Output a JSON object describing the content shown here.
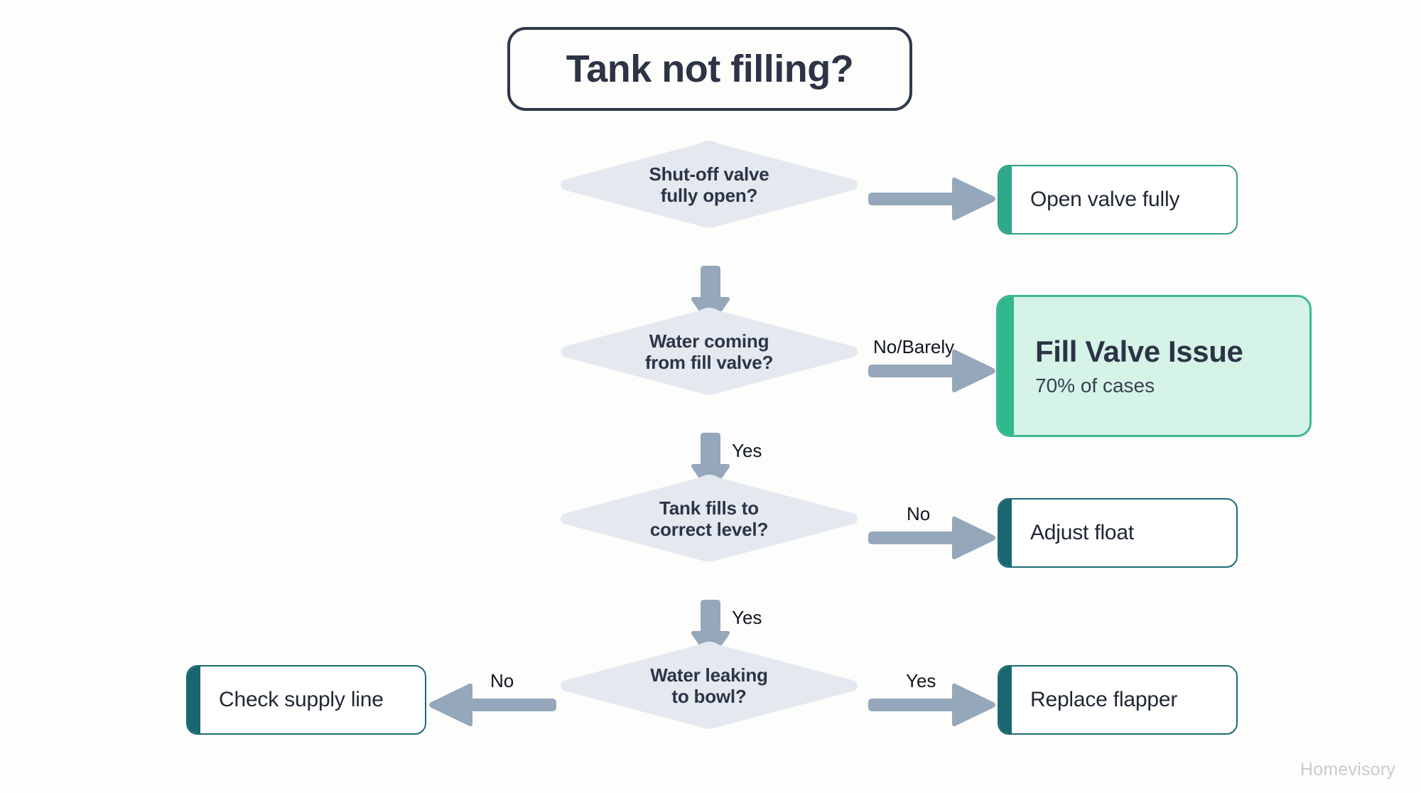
{
  "title": {
    "text": "Tank not filling?"
  },
  "decisions": [
    {
      "line1": "Shut-off valve",
      "line2": "fully open?"
    },
    {
      "line1": "Water coming",
      "line2": "from fill valve?"
    },
    {
      "line1": "Tank fills to",
      "line2": "correct level?"
    },
    {
      "line1": "Water leaking",
      "line2": "to bowl?"
    }
  ],
  "cards": [
    {
      "title": "Open valve fully",
      "subtitle": ""
    },
    {
      "title": "Fill Valve Issue",
      "subtitle": "70% of cases"
    },
    {
      "title": "Adjust float",
      "subtitle": ""
    },
    {
      "title": "Replace flapper",
      "subtitle": ""
    },
    {
      "title": "Check supply line",
      "subtitle": ""
    }
  ],
  "edge_labels": {
    "branch1_right": "",
    "branch2_right": "No/Barely",
    "branch2_down": "Yes",
    "branch3_right": "No",
    "branch3_down": "Yes",
    "branch4_right": "Yes",
    "branch4_left": "No"
  },
  "watermark": {
    "text": "Homevisory"
  },
  "colors": {
    "background": "#fdfdfb",
    "title_border": "#2f394b",
    "title_text": "#2c3446",
    "diamond_fill": "#e4e9f0",
    "diamond_text": "#2c3446",
    "arrow": "#94a7bb",
    "accent_green": "#2fa98a",
    "accent_teal": "#1a6670",
    "highlight_fill": "#d6f3e8",
    "highlight_border": "#3fb894",
    "watermark": "#c9cbcd"
  }
}
